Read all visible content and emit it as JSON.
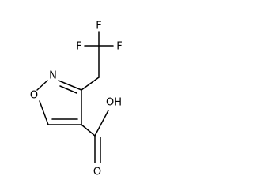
{
  "molecule": {
    "atoms": {
      "f_top": "F",
      "f_left": "F",
      "f_right": "F",
      "n": "N",
      "o_ring": "O",
      "oh": "OH",
      "o_carbonyl": "O"
    }
  }
}
